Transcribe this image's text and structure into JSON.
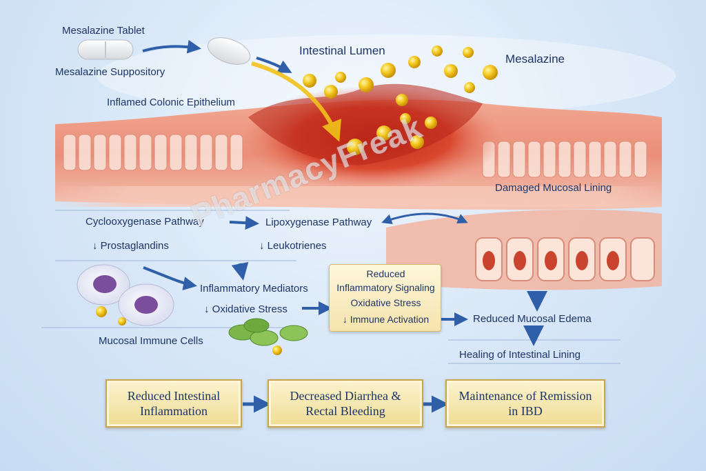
{
  "labels": {
    "tablet": "Mesalazine Tablet",
    "suppository": "Mesalazine Suppository",
    "lumen": "Intestinal Lumen",
    "drug": "Mesalazine",
    "epithelium": "Inflamed Colonic Epithelium",
    "damaged": "Damaged Mucosal Lining",
    "cox": "Cyclooxygenase Pathway",
    "lox": "Lipoxygenase Pathway",
    "prostaglandins": "↓ Prostaglandins",
    "leukotrienes": "↓ Leukotrienes",
    "mediators": "Inflammatory Mediators",
    "oxidative": "↓ Oxidative Stress",
    "immune_cells": "Mucosal Immune Cells",
    "reduced_edema": "Reduced Mucosal Edema",
    "healing": "Healing of Intestinal Lining"
  },
  "center_box": {
    "line1": "Reduced",
    "line2": "Inflammatory Signaling",
    "line3": "Oxidative Stress",
    "line4": "↓ Immune Activation"
  },
  "outcomes": [
    {
      "line1": "Reduced Intestinal",
      "line2": "Inflammation"
    },
    {
      "line1": "Decreased Diarrhea &",
      "line2": "Rectal Bleeding"
    },
    {
      "line1": "Maintenance of Remission",
      "line2": "in IBD"
    }
  ],
  "watermark": "PharmacyFreak",
  "colors": {
    "text": "#1d3466",
    "arrow": "#2f5fa8",
    "tissue": "#e8866f",
    "drug_particle": "#f2c21b",
    "box_fill": "#f3e3a6"
  }
}
